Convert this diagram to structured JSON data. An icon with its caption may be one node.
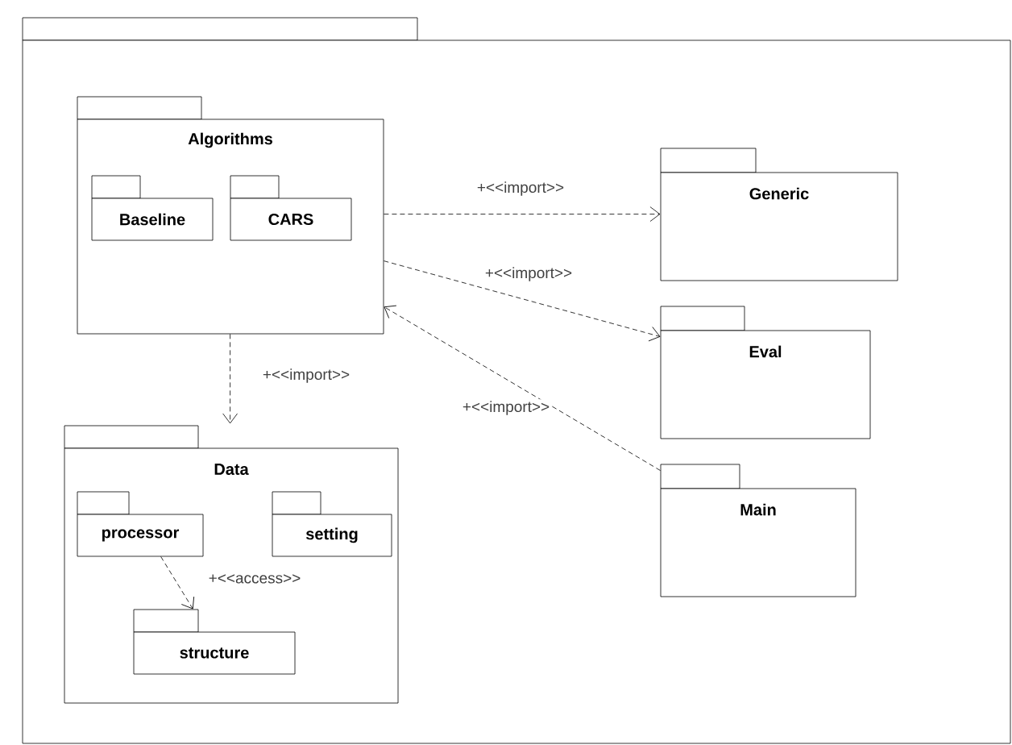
{
  "diagram": {
    "nodes": [
      {
        "text": [],
        "shape": "package"
      },
      {
        "text": [
          "Algorithms"
        ],
        "in": 0
      },
      {
        "text": [
          "Baseline"
        ],
        "in": 1
      },
      {
        "text": [
          "CARS"
        ],
        "in": 1
      },
      {
        "text": [
          "Data"
        ],
        "in": 0
      },
      {
        "text": [
          "processor"
        ],
        "in": 4
      },
      {
        "text": [
          "setting"
        ],
        "in": 4
      },
      {
        "text": [
          "structure"
        ],
        "in": 4
      },
      {
        "text": [
          "Generic"
        ],
        "in": 0
      },
      {
        "text": [
          "Eval"
        ],
        "in": 0
      },
      {
        "text": [
          "Main"
        ],
        "in": 0
      }
    ],
    "edges": [
      {
        "from": 1,
        "to": 8,
        "arrow": "to",
        "label": "+<<import>>",
        "style": "dashed"
      },
      {
        "from": 1,
        "to": 9,
        "arrow": "to",
        "label": "+<<import>>",
        "style": "dashed"
      },
      {
        "from": 10,
        "to": 1,
        "arrow": "to",
        "label": "+<<import>>",
        "style": "dashed"
      },
      {
        "from": 1,
        "to": 4,
        "arrow": "to",
        "label": "+<<import>>",
        "style": "dashed"
      },
      {
        "from": 5,
        "to": 7,
        "arrow": "to",
        "label": "+<<access>>",
        "style": "dashed"
      }
    ]
  }
}
